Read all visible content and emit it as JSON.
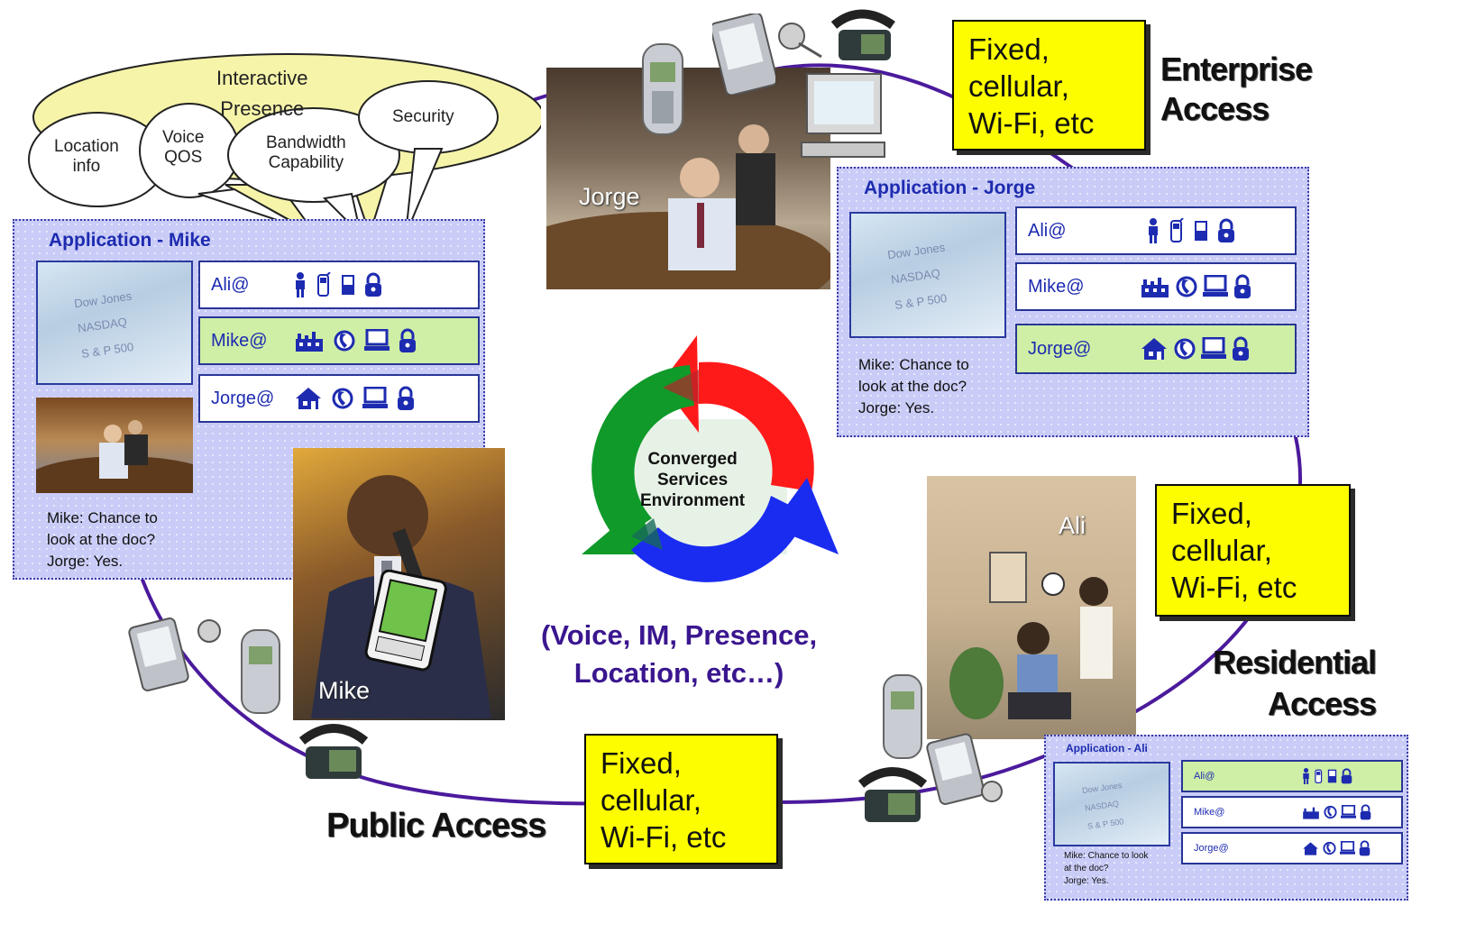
{
  "bubble": {
    "main_line1": "Interactive",
    "main_line2": "Presence",
    "location_line1": "Location",
    "location_line2": "info",
    "voice_line1": "Voice",
    "voice_line2": "QOS",
    "bandwidth_line1": "Bandwidth",
    "bandwidth_line2": "Capability",
    "security": "Security"
  },
  "center": {
    "cse_line1": "Converged",
    "cse_line2": "Services",
    "cse_line3": "Environment",
    "caption_line1": "(Voice, IM, Presence,",
    "caption_line2": "Location, etc…)"
  },
  "access_boxes": {
    "enterprise": {
      "l1": "Fixed,",
      "l2": "cellular,",
      "l3": "Wi-Fi, etc"
    },
    "residential": {
      "l1": "Fixed,",
      "l2": "cellular,",
      "l3": "Wi-Fi, etc"
    },
    "public": {
      "l1": "Fixed,",
      "l2": "cellular,",
      "l3": "Wi-Fi, etc"
    }
  },
  "access_labels": {
    "enterprise_l1": "Enterprise",
    "enterprise_l2": "Access",
    "residential_l1": "Residential",
    "residential_l2": "Access",
    "public": "Public Access"
  },
  "photos": {
    "jorge": "Jorge",
    "mike": "Mike",
    "ali": "Ali"
  },
  "app_mike": {
    "title": "Application - Mike",
    "screen_lines": [
      "Dow Jones",
      "NASDAQ",
      "S & P 500"
    ],
    "rows": [
      {
        "name": "Ali@",
        "icons": [
          "person-icon",
          "cellphone-icon",
          "pda-icon",
          "lock-icon"
        ]
      },
      {
        "name": "Mike@",
        "icons": [
          "office-icon",
          "phone-icon",
          "computer-icon",
          "lock-icon"
        ]
      },
      {
        "name": "Jorge@",
        "icons": [
          "house-icon",
          "phone-icon",
          "computer-icon",
          "lock-icon"
        ]
      }
    ],
    "chat": [
      "Mike: Chance to",
      "look at the doc?",
      "Jorge: Yes."
    ]
  },
  "app_jorge": {
    "title": "Application - Jorge",
    "screen_lines": [
      "Dow Jones",
      "NASDAQ",
      "S & P 500"
    ],
    "rows": [
      {
        "name": "Ali@",
        "icons": [
          "person-icon",
          "cellphone-icon",
          "pda-icon",
          "lock-icon"
        ]
      },
      {
        "name": "Mike@",
        "icons": [
          "office-icon",
          "phone-icon",
          "computer-icon",
          "lock-icon"
        ]
      },
      {
        "name": "Jorge@",
        "icons": [
          "house-icon",
          "phone-icon",
          "computer-icon",
          "lock-icon"
        ]
      }
    ],
    "chat": [
      "Mike: Chance to",
      "look at the doc?",
      "Jorge: Yes."
    ]
  },
  "app_ali": {
    "title": "Application - Ali",
    "screen_lines": [
      "Dow Jones",
      "NASDAQ",
      "S & P 500"
    ],
    "rows": [
      {
        "name": "Ali@",
        "icons": [
          "person-icon",
          "cellphone-icon",
          "pda-icon",
          "lock-icon"
        ]
      },
      {
        "name": "Mike@",
        "icons": [
          "office-icon",
          "phone-icon",
          "computer-icon",
          "lock-icon"
        ]
      },
      {
        "name": "Jorge@",
        "icons": [
          "house-icon",
          "phone-icon",
          "computer-icon",
          "lock-icon"
        ]
      }
    ],
    "chat": [
      "Mike: Chance to look",
      "at the doc?",
      "Jorge: Yes."
    ]
  },
  "colors": {
    "ring": "#4b1a9c",
    "yellow": "#fdfd00",
    "panel": "#c9ccf6",
    "row_highlight": "#cfefa6",
    "arrow_red": "#ff1a1a",
    "arrow_green": "#0f9a2a",
    "arrow_blue": "#1a2cf0"
  }
}
